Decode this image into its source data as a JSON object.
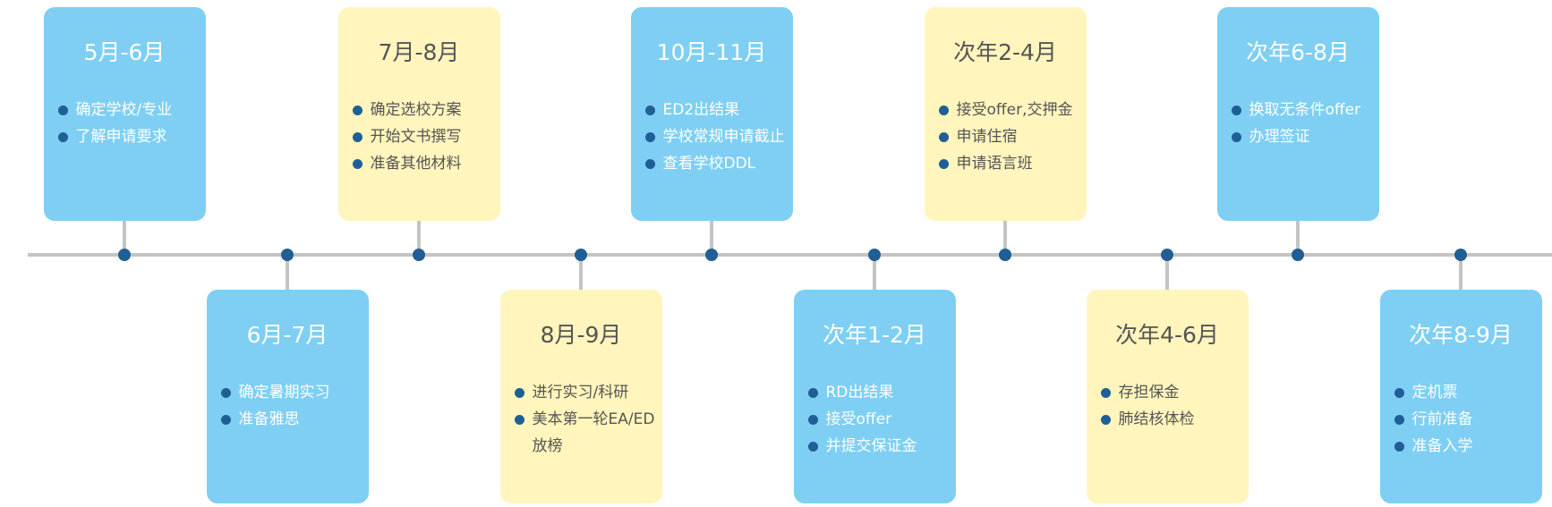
{
  "colors": {
    "blue_card": "#7ecff3",
    "yellow_card": "#fff5bd",
    "dot": "#1f5f95",
    "axis": "#c4c4c4"
  },
  "milestones": [
    {
      "period": "5月-6月",
      "items": [
        "确定学校/专业",
        "了解申请要求"
      ]
    },
    {
      "period": "6月-7月",
      "items": [
        "确定暑期实习",
        "准备雅思"
      ]
    },
    {
      "period": "7月-8月",
      "items": [
        "确定选校方案",
        "开始文书撰写",
        "准备其他材料"
      ]
    },
    {
      "period": "8月-9月",
      "items": [
        "进行实习/科研",
        "美本第一轮EA/ED放榜"
      ]
    },
    {
      "period": "10月-11月",
      "items": [
        "ED2出结果",
        "学校常规申请截止",
        "查看学校DDL"
      ]
    },
    {
      "period": "次年1-2月",
      "items": [
        "RD出结果",
        "接受offer",
        "并提交保证金"
      ]
    },
    {
      "period": "次年2-4月",
      "items": [
        "接受offer,交押金",
        "申请住宿",
        "申请语言班"
      ]
    },
    {
      "period": "次年4-6月",
      "items": [
        "存担保金",
        "肺结核体检"
      ]
    },
    {
      "period": "次年6-8月",
      "items": [
        "换取无条件offer",
        "办理签证"
      ]
    },
    {
      "period": "次年8-9月",
      "items": [
        "定机票",
        "行前准备",
        "准备入学"
      ]
    }
  ]
}
